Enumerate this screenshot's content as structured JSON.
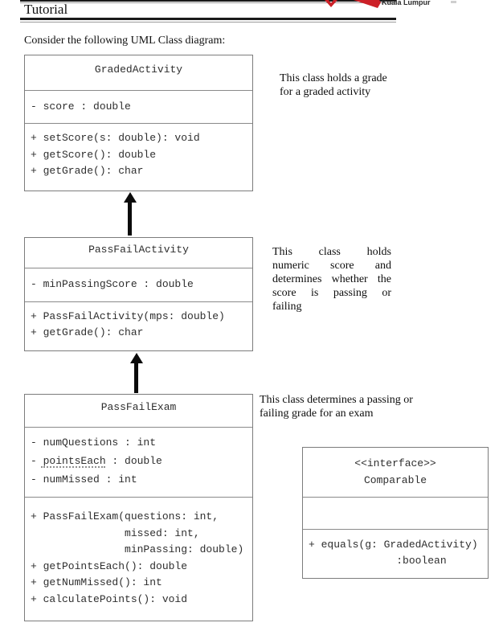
{
  "header": {
    "title": "Tutorial",
    "logo": {
      "text": "Kuala Lumpur",
      "red": "#cc2027"
    }
  },
  "intro": "Consider the following UML Class diagram:",
  "diagram": {
    "gradedActivity": {
      "title": "GradedActivity",
      "attributes": [
        "- score : double"
      ],
      "methods": [
        "+ setScore(s: double): void",
        "+ getScore(): double",
        "+ getGrade(): char"
      ],
      "note": "This class holds a grade for a graded activity"
    },
    "passFailActivity": {
      "title": "PassFailActivity",
      "attributes": [
        "- minPassingScore : double"
      ],
      "methods": [
        "+ PassFailActivity(mps: double)",
        "+ getGrade(): char"
      ],
      "note_lines": [
        "This class holds",
        "numeric score and",
        "determines whether the",
        "score is passing or",
        "failing"
      ]
    },
    "passFailExam": {
      "title": "PassFailExam",
      "attr_numQuestions": "- numQuestions : int",
      "attr_pointsEach": {
        "prefix": "- ",
        "word": "pointsEach",
        "suffix": " : double"
      },
      "attr_numMissed": "- numMissed : int",
      "methods": [
        "+ PassFailExam(questions: int,",
        "               missed: int,",
        "               minPassing: double)",
        "+ getPointsEach(): double",
        "+ getNumMissed(): int",
        "+ calculatePoints(): void"
      ],
      "note": "This class determines a passing or failing grade for an exam"
    },
    "comparable": {
      "stereotype": "<<interface>>",
      "title": "Comparable",
      "methods": [
        "+ equals(g: GradedActivity)",
        "              :boolean"
      ]
    }
  }
}
